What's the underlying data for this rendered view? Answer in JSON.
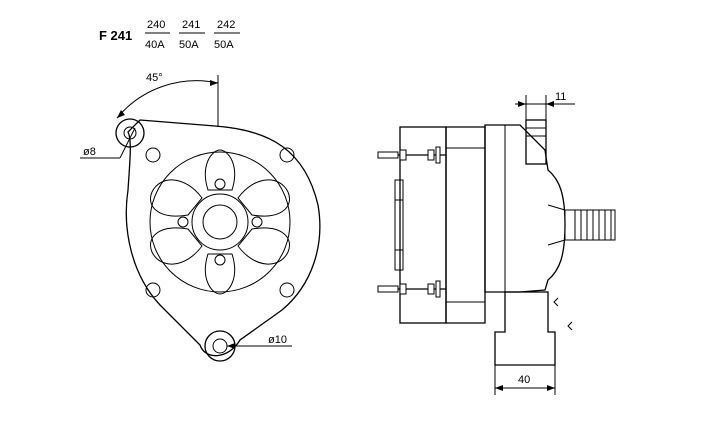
{
  "title": {
    "model": "F 241",
    "variants": [
      {
        "code": "240",
        "rating": "40A"
      },
      {
        "code": "241",
        "rating": "50A"
      },
      {
        "code": "242",
        "rating": "50A"
      }
    ]
  },
  "front_view": {
    "angle_label": "45°",
    "upper_hole_label": "ø8",
    "lower_hole_label": "ø10"
  },
  "side_view": {
    "top_dimension": "11",
    "bottom_dimension": "40"
  }
}
